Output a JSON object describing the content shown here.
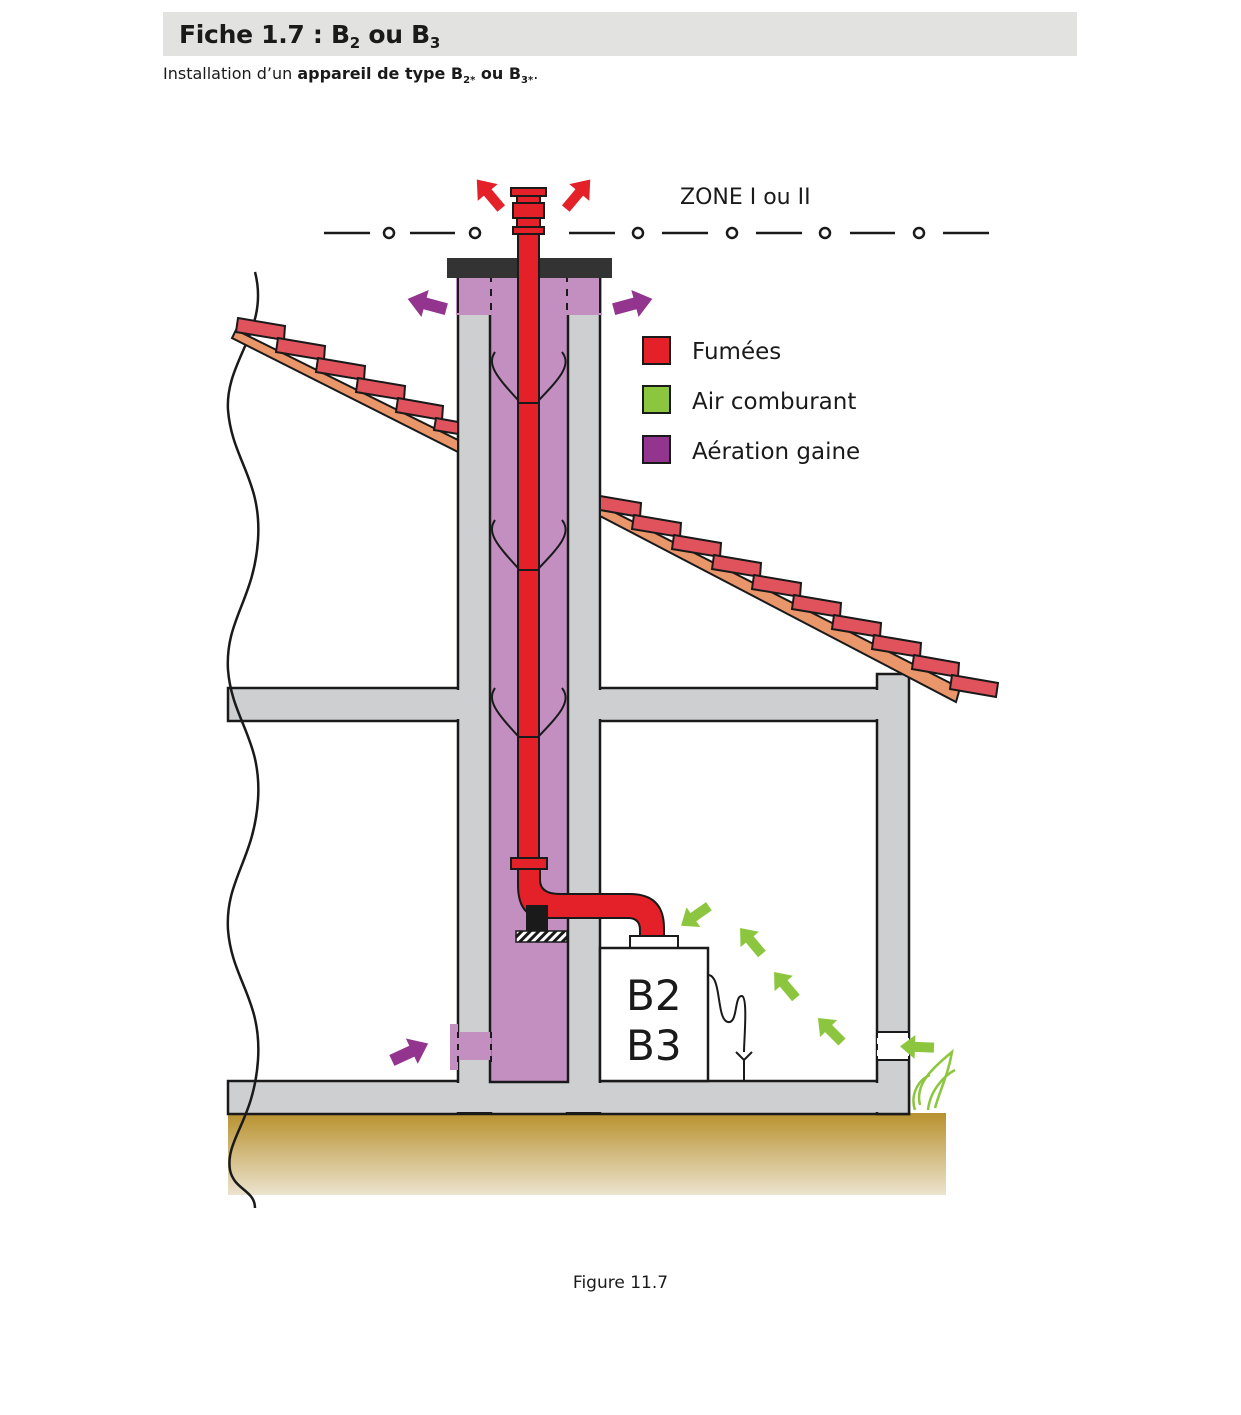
{
  "header": {
    "title_main": "Fiche 1.7 : B",
    "title_sub1": "2",
    "title_mid": " ou B",
    "title_sub2": "3"
  },
  "subtitle": {
    "prefix": "Installation d’un ",
    "bold_main": "appareil de type B",
    "bold_sub1": "2*",
    "bold_mid": " ou B",
    "bold_sub2": "3*",
    "suffix": "."
  },
  "diagram": {
    "zone_label": "ZONE I ou II",
    "appliance_label_line1": "B2",
    "appliance_label_line2": "B3",
    "legend": [
      {
        "label": "Fumées",
        "color": "#e42129"
      },
      {
        "label": "Air comburant",
        "color": "#8cc63f"
      },
      {
        "label": "Aération gaine",
        "color": "#93348e"
      }
    ],
    "colors": {
      "flue": "#e42129",
      "combustion_air": "#8cc63f",
      "duct_ventilation": "#93348e",
      "duct_fill": "#c38fc1",
      "wall": "#cdcfd1",
      "ground": "#b8912e",
      "roof_tile": "#e0535c"
    }
  },
  "caption": "Figure 11.7"
}
